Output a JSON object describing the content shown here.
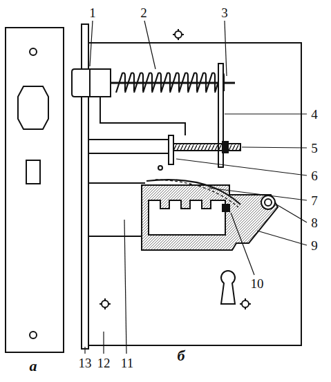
{
  "diagram": {
    "labels": [
      "1",
      "2",
      "3",
      "4",
      "5",
      "6",
      "7",
      "8",
      "9",
      "10",
      "а",
      "13",
      "12",
      "11",
      "б"
    ]
  }
}
